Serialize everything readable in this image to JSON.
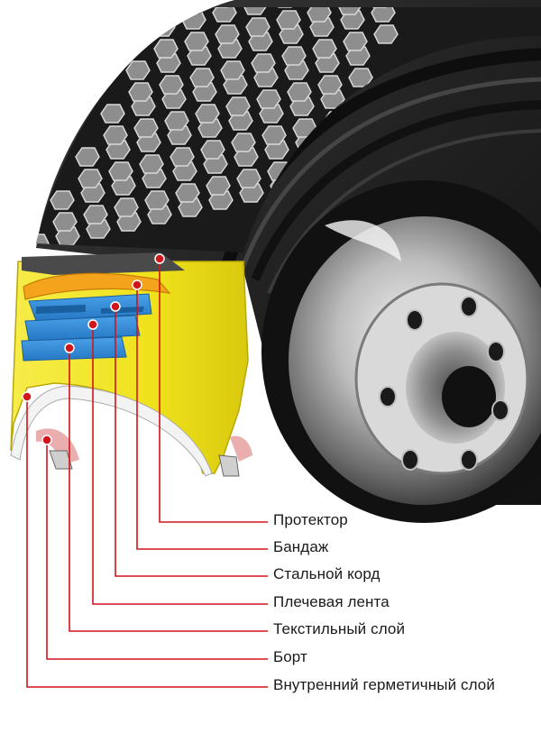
{
  "labels": [
    {
      "text": "Протектор"
    },
    {
      "text": "Бандаж"
    },
    {
      "text": "Стальной корд"
    },
    {
      "text": "Плечевая лента"
    },
    {
      "text": "Текстильный слой"
    },
    {
      "text": "Борт"
    },
    {
      "text": "Внутренний герметичный слой"
    }
  ],
  "colors": {
    "leader": "#d0151b",
    "tread": "#1c1c1c",
    "yellow": "#f3e51e",
    "orange": "#f3a31c",
    "blue": "#2f8ad6",
    "rim": "#9a9a9a"
  }
}
